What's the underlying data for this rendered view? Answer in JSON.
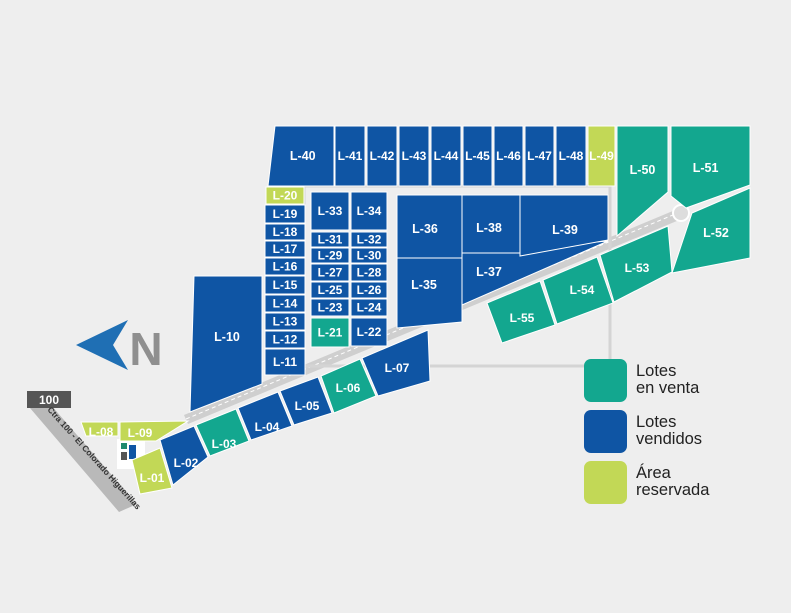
{
  "colors": {
    "venta": "#13a78f",
    "vendido": "#0f55a4",
    "reservada": "#c2d856",
    "road": "#b9b9b9",
    "background": "#eeeeee",
    "north_arrow": "#1f6fb4",
    "north_letter": "#8f8f8f"
  },
  "north_label": "N",
  "highway": {
    "number": "100",
    "name": "Ctra 100 - El Colorado Higuerillas"
  },
  "legend": [
    {
      "status": "venta",
      "line1": "Lotes",
      "line2": "en venta"
    },
    {
      "status": "vendido",
      "line1": "Lotes",
      "line2": "vendidos"
    },
    {
      "status": "reservada",
      "line1": "Área",
      "line2": "reservada"
    }
  ],
  "lots": [
    {
      "label": "L-01",
      "status": "reservada"
    },
    {
      "label": "L-02",
      "status": "vendido"
    },
    {
      "label": "L-03",
      "status": "venta"
    },
    {
      "label": "L-04",
      "status": "vendido"
    },
    {
      "label": "L-05",
      "status": "vendido"
    },
    {
      "label": "L-06",
      "status": "venta"
    },
    {
      "label": "L-07",
      "status": "vendido"
    },
    {
      "label": "L-08",
      "status": "reservada"
    },
    {
      "label": "L-09",
      "status": "reservada"
    },
    {
      "label": "L-10",
      "status": "vendido"
    },
    {
      "label": "L-11",
      "status": "vendido"
    },
    {
      "label": "L-12",
      "status": "vendido"
    },
    {
      "label": "L-13",
      "status": "vendido"
    },
    {
      "label": "L-14",
      "status": "vendido"
    },
    {
      "label": "L-15",
      "status": "vendido"
    },
    {
      "label": "L-16",
      "status": "vendido"
    },
    {
      "label": "L-17",
      "status": "vendido"
    },
    {
      "label": "L-18",
      "status": "vendido"
    },
    {
      "label": "L-19",
      "status": "vendido"
    },
    {
      "label": "L-20",
      "status": "reservada"
    },
    {
      "label": "L-21",
      "status": "venta"
    },
    {
      "label": "L-22",
      "status": "vendido"
    },
    {
      "label": "L-23",
      "status": "vendido"
    },
    {
      "label": "L-24",
      "status": "vendido"
    },
    {
      "label": "L-25",
      "status": "vendido"
    },
    {
      "label": "L-26",
      "status": "vendido"
    },
    {
      "label": "L-27",
      "status": "vendido"
    },
    {
      "label": "L-28",
      "status": "vendido"
    },
    {
      "label": "L-29",
      "status": "vendido"
    },
    {
      "label": "L-30",
      "status": "vendido"
    },
    {
      "label": "L-31",
      "status": "vendido"
    },
    {
      "label": "L-32",
      "status": "vendido"
    },
    {
      "label": "L-33",
      "status": "vendido"
    },
    {
      "label": "L-34",
      "status": "vendido"
    },
    {
      "label": "L-35",
      "status": "vendido"
    },
    {
      "label": "L-36",
      "status": "vendido"
    },
    {
      "label": "L-37",
      "status": "vendido"
    },
    {
      "label": "L-38",
      "status": "vendido"
    },
    {
      "label": "L-39",
      "status": "vendido"
    },
    {
      "label": "L-40",
      "status": "vendido"
    },
    {
      "label": "L-41",
      "status": "vendido"
    },
    {
      "label": "L-42",
      "status": "vendido"
    },
    {
      "label": "L-43",
      "status": "vendido"
    },
    {
      "label": "L-44",
      "status": "vendido"
    },
    {
      "label": "L-45",
      "status": "vendido"
    },
    {
      "label": "L-46",
      "status": "vendido"
    },
    {
      "label": "L-47",
      "status": "vendido"
    },
    {
      "label": "L-48",
      "status": "vendido"
    },
    {
      "label": "L-49",
      "status": "reservada"
    },
    {
      "label": "L-50",
      "status": "venta"
    },
    {
      "label": "L-51",
      "status": "venta"
    },
    {
      "label": "L-52",
      "status": "venta"
    },
    {
      "label": "L-53",
      "status": "venta"
    },
    {
      "label": "L-54",
      "status": "venta"
    },
    {
      "label": "L-55",
      "status": "venta"
    }
  ]
}
